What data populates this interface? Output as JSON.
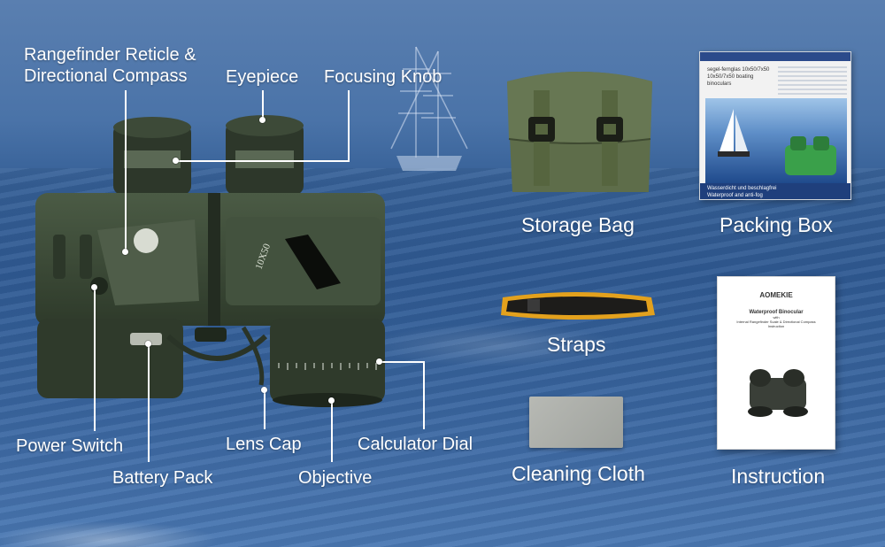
{
  "colors": {
    "binocular_body": "#3b4a36",
    "bag": "#586745",
    "strap_yellow": "#e8a51a",
    "label_text": "#ffffff"
  },
  "binocular": {
    "model_text": "10X50",
    "labels": {
      "rangefinder": "Rangefinder Reticle &",
      "rangefinder_2": "Directional Compass",
      "eyepiece": "Eyepiece",
      "focusing_knob": "Focusing Knob",
      "power_switch": "Power Switch",
      "battery_pack": "Battery Pack",
      "lens_cap": "Lens Cap",
      "objective": "Objective",
      "calculator_dial": "Calculator Dial"
    }
  },
  "accessories": {
    "storage_bag": "Storage Bag",
    "packing_box": "Packing Box",
    "straps": "Straps",
    "cleaning_cloth": "Cleaning Cloth",
    "instruction": "Instruction"
  },
  "box": {
    "line1": "segel-fernglas 10x50/7x50",
    "line2": "10x50/7x50 boating",
    "line3": "binoculars",
    "footer1": "Wasserdicht und beschlagfrei",
    "footer2": "Waterproof and anti-fog"
  },
  "manual": {
    "brand": "AOMEKIE",
    "title": "Waterproof Binocular",
    "sub1": "with",
    "sub2": "Internal Rangefinder Scale & Directional Compass",
    "sub3": "Instruction"
  }
}
